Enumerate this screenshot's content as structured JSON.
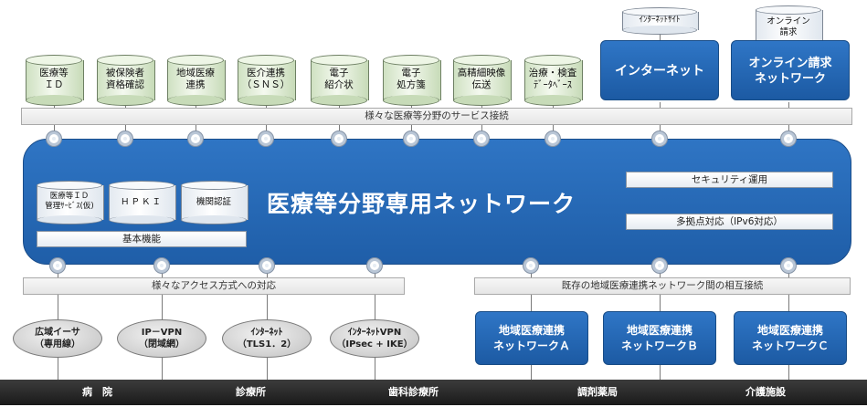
{
  "services": [
    {
      "label": "医療等\nＩＤ"
    },
    {
      "label": "被保険者\n資格確認"
    },
    {
      "label": "地域医療\n連携"
    },
    {
      "label": "医介連携\n（ＳＮＳ）"
    },
    {
      "label": "電子\n紹介状"
    },
    {
      "label": "電子\n処方箋"
    },
    {
      "label": "高精細映像\n伝送"
    },
    {
      "label": "治療・検査\nﾃﾞｰﾀﾍﾞｰｽ"
    }
  ],
  "internet": {
    "cylinder_label": "ｲﾝﾀｰﾈｯﾄｻｲﾄ",
    "box_label": "インターネット"
  },
  "online_claims": {
    "cylinder_label": "オンライン\n請求",
    "box_label": "オンライン請求\nネットワーク"
  },
  "service_bar": "様々な医療等分野のサービス接続",
  "network": {
    "title": "医療等分野専用ネットワーク",
    "basic_items": [
      {
        "label": "医療等ＩＤ\n管理ｻｰﾋﾞｽ(仮)"
      },
      {
        "label": "ＨＰＫＩ"
      },
      {
        "label": "機関認証"
      }
    ],
    "basic_label": "基本機能",
    "security": "セキュリティ運用",
    "multipoint": "多拠点対応（IPv6対応）"
  },
  "access_bar": "様々なアクセス方式への対応",
  "interconnect_bar": "既存の地域医療連携ネットワーク間の相互接続",
  "access_methods": [
    {
      "label": "広域イーサ\n（専用線）"
    },
    {
      "label": "IP－VPN\n（閉域網）"
    },
    {
      "label": "ｲﾝﾀｰﾈｯﾄ\n（TLS1．2）"
    },
    {
      "label": "ｲﾝﾀｰﾈｯﾄVPN\n（IPsec + IKE）"
    }
  ],
  "regional_networks": [
    {
      "label": "地域医療連携\nネットワークＡ"
    },
    {
      "label": "地域医療連携\nネットワークＢ"
    },
    {
      "label": "地域医療連携\nネットワークＣ"
    }
  ],
  "facilities": [
    "病　院",
    "診療所",
    "歯科診療所",
    "調剤薬局",
    "介護施設"
  ],
  "colors": {
    "network_blue": "#1f5ea8",
    "cylinder_green": "#d9ead0",
    "bottom_bar": "#2a2a2a"
  }
}
